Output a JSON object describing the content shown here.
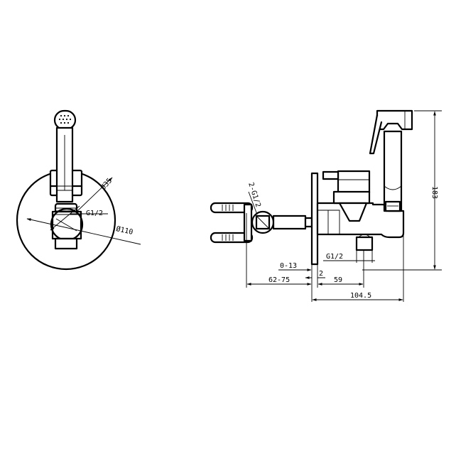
{
  "front_view": {
    "dia_35": "Ø35",
    "dia_110": "Ø110",
    "thread": "G1/2"
  },
  "side_view": {
    "holder_thread": "2-G1/2",
    "height": "183",
    "thread": "G1/2",
    "dim_0_13": "0-13",
    "dim_2": "2",
    "dim_62_75": "62-75",
    "dim_59": "59",
    "dim_104_5": "104.5"
  },
  "colors": {
    "ink": "#000000",
    "paper": "#ffffff"
  }
}
